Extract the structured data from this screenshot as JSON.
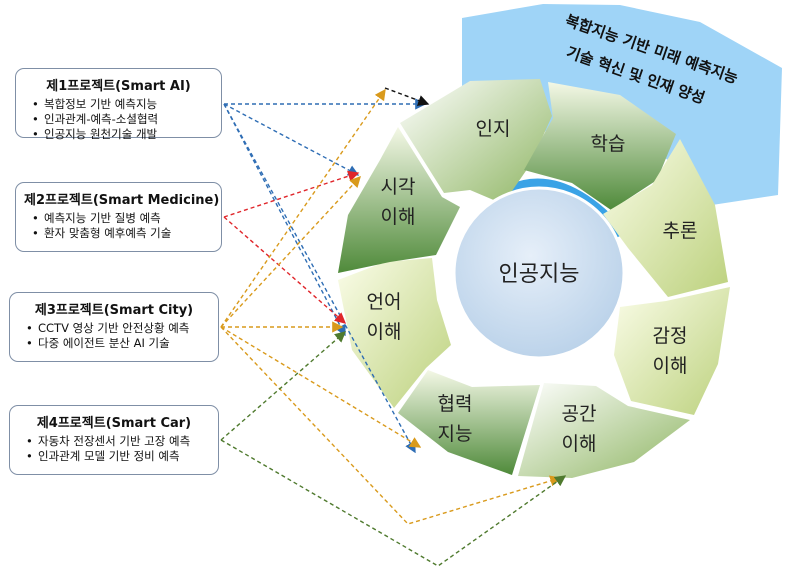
{
  "projects": [
    {
      "title": "제1프로젝트(Smart AI)",
      "items": [
        "복합정보 기반 예측지능",
        "인과관계-예측-소셜협력",
        "인공지능 원천기술 개발"
      ]
    },
    {
      "title": "제2프로젝트(Smart Medicine)",
      "items": [
        "예측지능 기반 질병 예측",
        "환자 맞춤형 예후예측 기술"
      ]
    },
    {
      "title": "제3프로젝트(Smart City)",
      "items": [
        "CCTV 영상 기반 안전상황 예측",
        "다중 에이전트 분산 AI 기술"
      ]
    },
    {
      "title": "제4프로젝트(Smart Car)",
      "items": [
        "자동차 전장센서 기반 고장 예측",
        "인과관계 모델 기반 정비 예측"
      ]
    }
  ],
  "banner": {
    "line1": "복합지능 기반 미래 예측지능",
    "line2": "기술 혁신 및  인재 양성",
    "color": "#9fd4f7"
  },
  "center": {
    "label": "인공지능",
    "color": "#cfe0f1"
  },
  "segments": [
    {
      "line1": "인지",
      "line2": ""
    },
    {
      "line1": "학습",
      "line2": ""
    },
    {
      "line1": "추론",
      "line2": ""
    },
    {
      "line1": "감정",
      "line2": "이해"
    },
    {
      "line1": "공간",
      "line2": "이해"
    },
    {
      "line1": "협력",
      "line2": "지능"
    },
    {
      "line1": "언어",
      "line2": "이해"
    },
    {
      "line1": "시각",
      "line2": "이해"
    }
  ],
  "link_colors": {
    "project1": "#2e6db4",
    "project2": "#e0262b",
    "project3": "#d99a1c",
    "project4": "#4f7a2e",
    "guide": "#111111"
  }
}
